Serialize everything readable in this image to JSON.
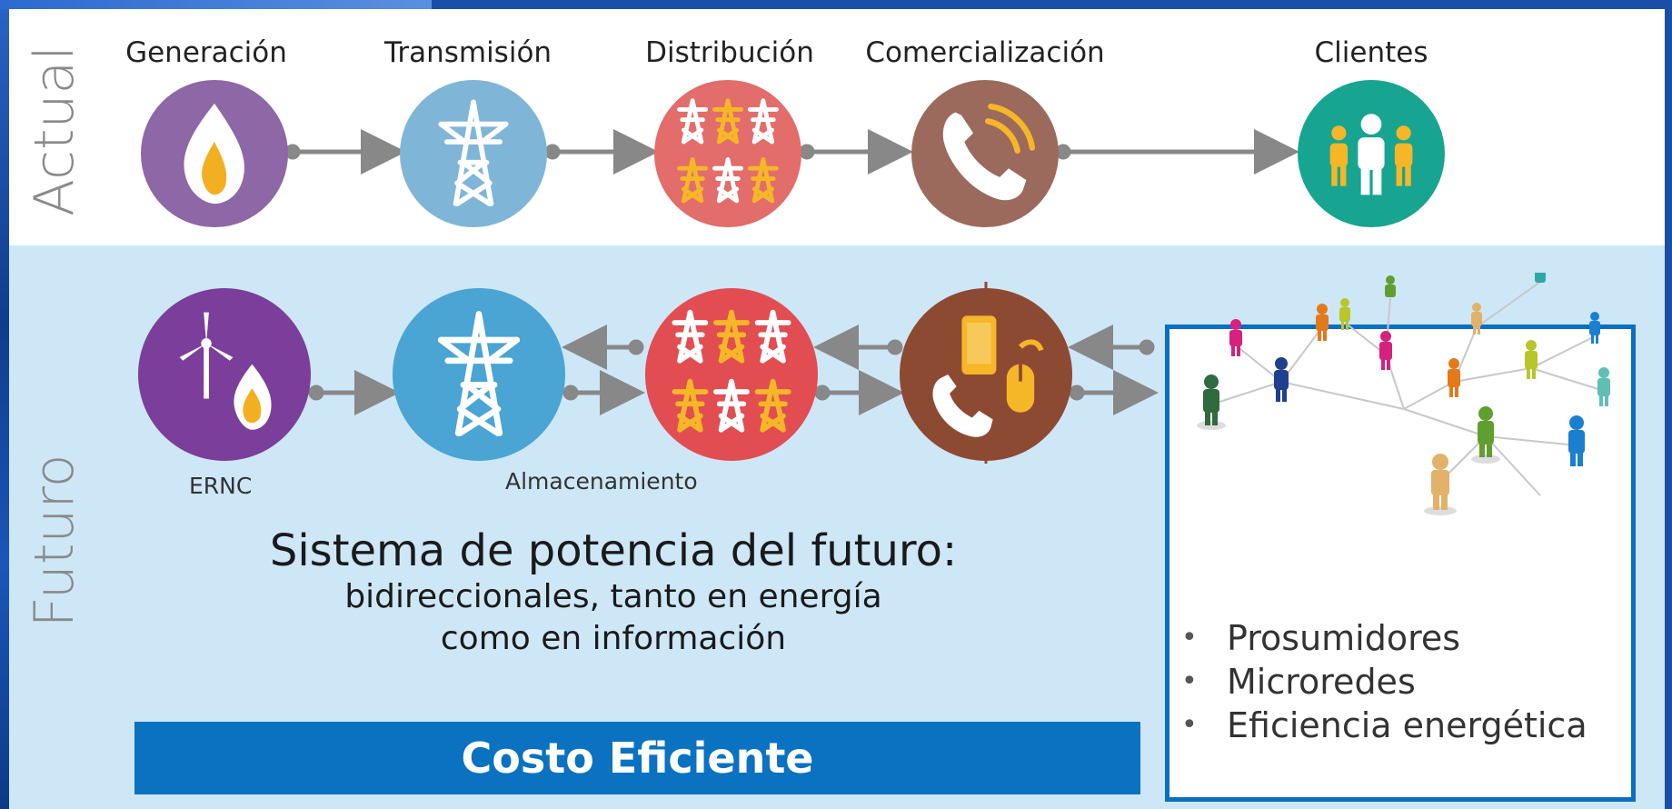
{
  "rows": {
    "actual": "Actual",
    "futuro": "Futuro"
  },
  "actual_steps": [
    {
      "label": "Generación",
      "icon": "flame-icon",
      "color": "#8e67a6"
    },
    {
      "label": "Transmisión",
      "icon": "tower-icon",
      "color": "#7fb6d8"
    },
    {
      "label": "Distribución",
      "icon": "towers-grid-icon",
      "color": "#e26d6a"
    },
    {
      "label": "Comercialización",
      "icon": "phone-icon",
      "color": "#9b6a5c"
    },
    {
      "label": "Clientes",
      "icon": "people-icon",
      "color": "#17a591"
    }
  ],
  "future_steps": [
    {
      "icon": "wind-flame-icon",
      "color": "#7b3f9b"
    },
    {
      "icon": "tower-icon",
      "color": "#4aa4d4"
    },
    {
      "icon": "towers-grid-icon",
      "color": "#e24d52"
    },
    {
      "icon": "phone-mouse-icon",
      "color": "#8d4a33"
    }
  ],
  "future_labels": {
    "ernc": "ERNC",
    "almacenamiento": "Almacenamiento"
  },
  "headline": {
    "line1": "Sistema de potencia del futuro:",
    "line2": "bidireccionales, tanto en energía",
    "line3": "como en información"
  },
  "cost_bar": "Costo Eficiente",
  "bullets": [
    "Prosumidores",
    "Microredes",
    "Eficiencia energética"
  ],
  "colors": {
    "accent": "#0b72c2",
    "futuro_bg": "#cde7f7",
    "arrow": "#888888",
    "flame": "#f2b021"
  }
}
